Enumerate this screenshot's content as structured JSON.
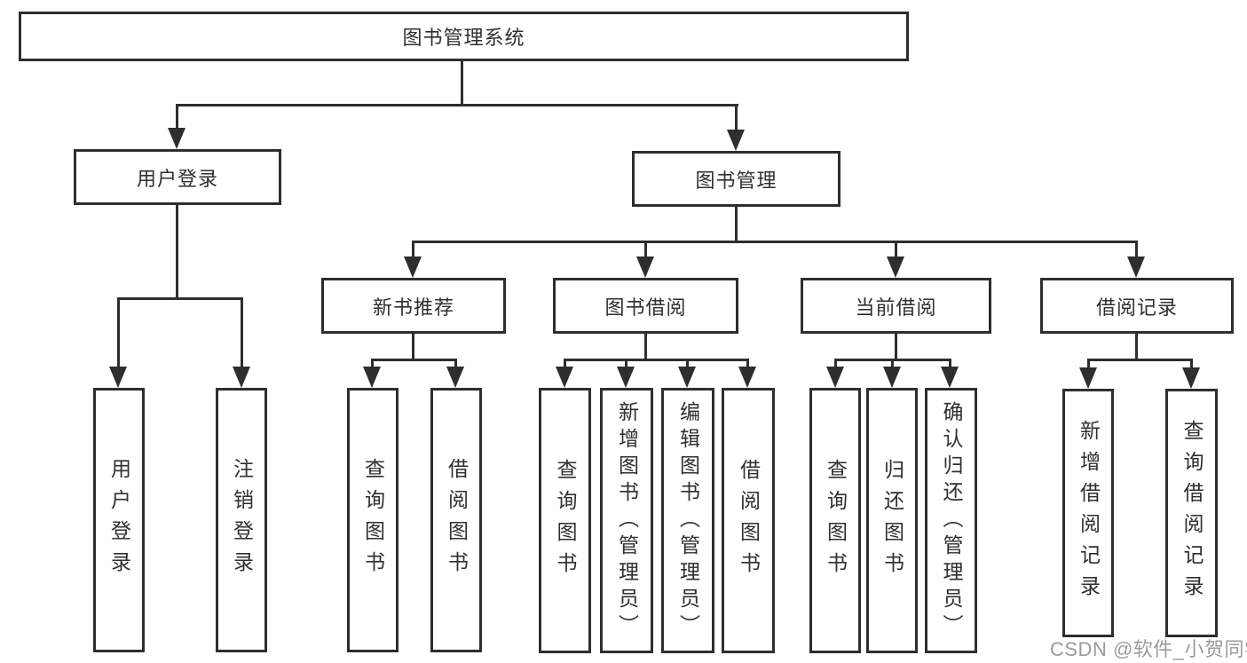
{
  "diagram": {
    "root": {
      "label": "图书管理系统"
    },
    "branches": [
      {
        "label": "用户登录",
        "children": [
          {
            "label": "用户登录"
          },
          {
            "label": "注销登录"
          }
        ]
      },
      {
        "label": "图书管理",
        "children": [
          {
            "label": "新书推荐",
            "children": [
              {
                "label": "查询图书"
              },
              {
                "label": "借阅图书"
              }
            ]
          },
          {
            "label": "图书借阅",
            "children": [
              {
                "label": "查询图书"
              },
              {
                "label": "新增图书（管理员）"
              },
              {
                "label": "编辑图书（管理员）"
              },
              {
                "label": "借阅图书"
              }
            ]
          },
          {
            "label": "当前借阅",
            "children": [
              {
                "label": "查询图书"
              },
              {
                "label": "归还图书"
              },
              {
                "label": "确认归还（管理员）"
              }
            ]
          },
          {
            "label": "借阅记录",
            "children": [
              {
                "label": "新增借阅记录"
              },
              {
                "label": "查询借阅记录"
              }
            ]
          }
        ]
      }
    ]
  },
  "watermark": {
    "text": "CSDN @软件_小贺同学"
  },
  "colors": {
    "line": "#2e2e2e",
    "text": "#2f2f2f",
    "watermark": "#9b9b9b",
    "background": "#ffffff"
  }
}
